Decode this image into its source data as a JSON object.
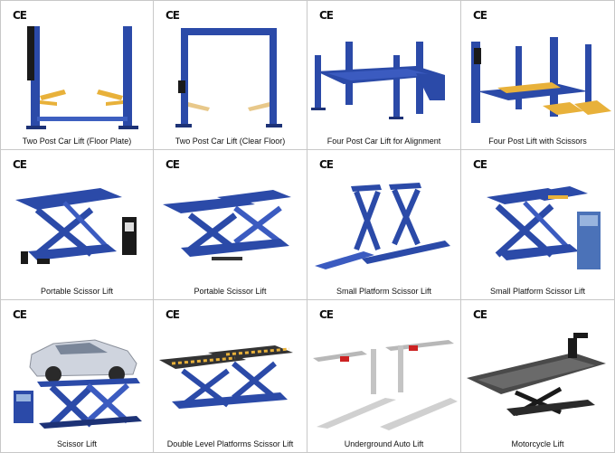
{
  "ce_mark": "CE",
  "products": [
    {
      "caption": "Two Post Car Lift (Floor Plate)",
      "image": "two-post-lift-floor-plate-image"
    },
    {
      "caption": "Two Post Car Lift (Clear Floor)",
      "image": "two-post-lift-clear-floor-image"
    },
    {
      "caption": "Four Post Car Lift for Alignment",
      "image": "four-post-alignment-lift-image"
    },
    {
      "caption": "Four Post Lift with Scissors",
      "image": "four-post-lift-with-scissors-image"
    },
    {
      "caption": "Portable Scissor Lift",
      "image": "portable-scissor-lift-with-pump-image"
    },
    {
      "caption": "Portable Scissor Lift",
      "image": "portable-scissor-lift-image"
    },
    {
      "caption": "Small Platform Scissor Lift",
      "image": "small-platform-scissor-lift-image"
    },
    {
      "caption": "Small Platform Scissor Lift",
      "image": "small-platform-scissor-lift-with-cabinet-image"
    },
    {
      "caption": "Scissor Lift",
      "image": "scissor-lift-with-car-image"
    },
    {
      "caption": "Double Level Platforms Scissor Lift",
      "image": "double-level-platform-scissor-lift-image"
    },
    {
      "caption": "Underground Auto Lift",
      "image": "underground-auto-lift-image"
    },
    {
      "caption": "Motorcycle Lift",
      "image": "motorcycle-lift-image"
    }
  ],
  "colors": {
    "lift_blue": "#2b4aa8",
    "lift_dark_blue": "#1d3276",
    "arm_yellow": "#e8b13a",
    "border_gray": "#c8c8c8"
  }
}
